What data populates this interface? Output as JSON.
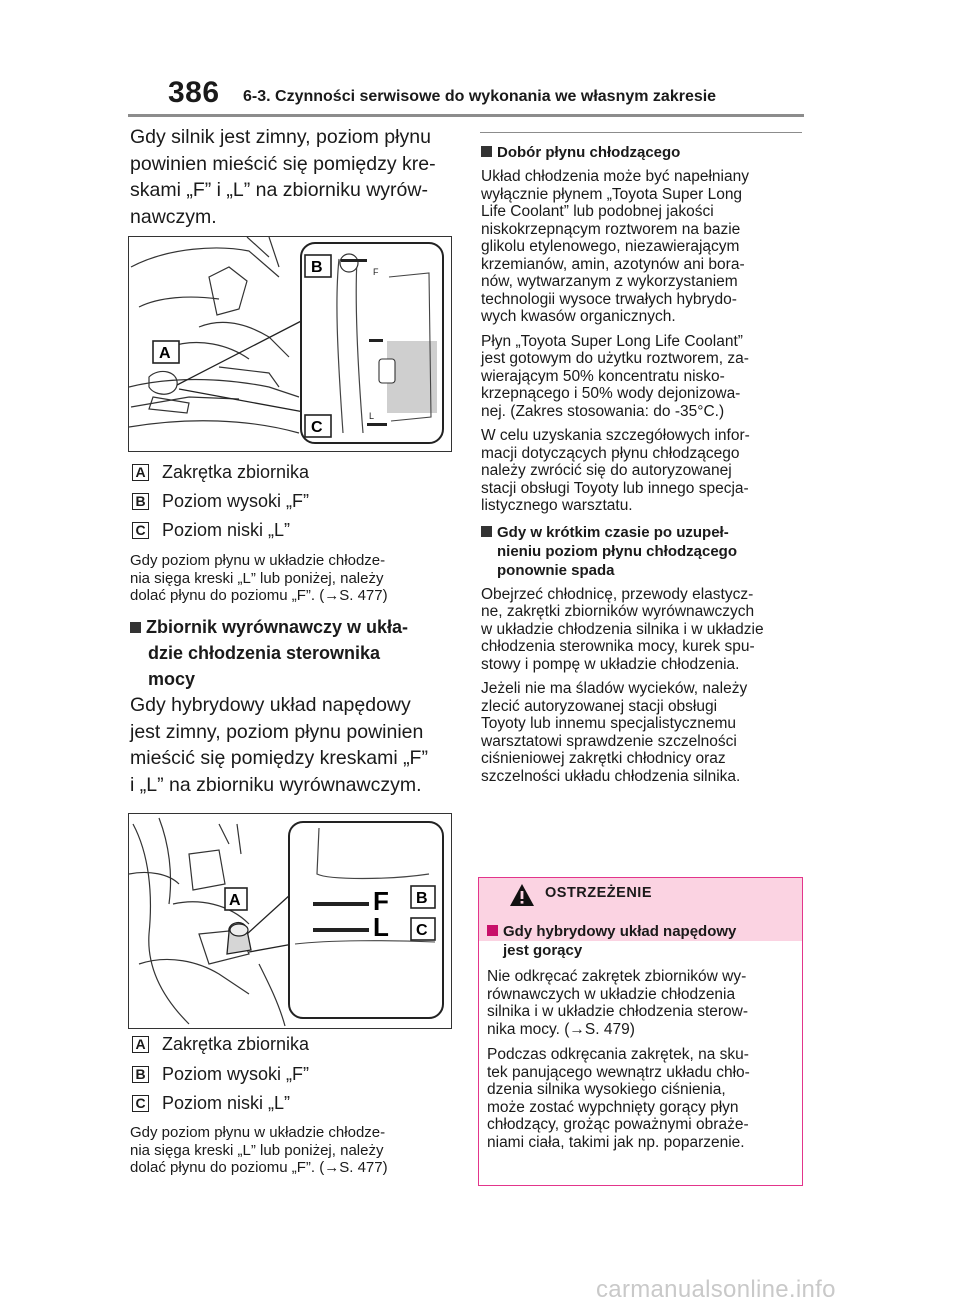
{
  "header": {
    "page_number": "386",
    "title": "6-3. Czynności serwisowe do wykonania we własnym zakresie"
  },
  "left": {
    "intro": [
      "Gdy silnik jest zimny, poziom płynu",
      "powinien mieścić się pomiędzy kre-",
      "skami „F” i „L” na zbiorniku wyrów-",
      "nawczym."
    ],
    "figure1": {
      "label_a": "A",
      "label_b": "B",
      "label_c": "C",
      "mark_f": "F",
      "mark_l": "L"
    },
    "legend1": [
      {
        "key": "A",
        "text": "Zakrętka zbiornika"
      },
      {
        "key": "B",
        "text": "Poziom wysoki „F”"
      },
      {
        "key": "C",
        "text": "Poziom niski „L”"
      }
    ],
    "note1": [
      "Gdy poziom płynu w układzie chłodze-",
      "nia sięga kreski „L” lub poniżej, należy",
      "dolać płynu do poziomu „F”. (→S. 477)"
    ],
    "section2_title": [
      "Zbiornik wyrównawczy w ukła-",
      "dzie chłodzenia sterownika",
      "mocy"
    ],
    "section2_body": [
      "Gdy hybrydowy układ napędowy",
      "jest zimny, poziom płynu powinien",
      "mieścić się pomiędzy kreskami „F”",
      "i „L” na zbiorniku wyrównawczym."
    ],
    "figure2": {
      "label_a": "A",
      "label_b": "B",
      "label_c": "C",
      "mark_f": "F",
      "mark_l": "L"
    },
    "legend2": [
      {
        "key": "A",
        "text": "Zakrętka zbiornika"
      },
      {
        "key": "B",
        "text": "Poziom wysoki „F”"
      },
      {
        "key": "C",
        "text": "Poziom niski „L”"
      }
    ],
    "note2": [
      "Gdy poziom płynu w układzie chłodze-",
      "nia sięga kreski „L” lub poniżej, należy",
      "dolać płynu do poziomu „F”. (→S. 477)"
    ]
  },
  "right": {
    "h1": "Dobór płynu chłodzącego",
    "p1": [
      "Układ chłodzenia może być napełniany",
      "wyłącznie płynem „Toyota Super Long",
      "Life Coolant” lub podobnej jakości",
      "niskokrzepnącym roztworem na bazie",
      "glikolu etylenowego, niezawierającym",
      "krzemianów, amin, azotynów ani bora-",
      "nów, wytwarzanym z wykorzystaniem",
      "technologii wysoce trwałych hybrydo-",
      "wych kwasów organicznych."
    ],
    "p2": [
      "Płyn „Toyota Super Long Life Coolant”",
      "jest gotowym do użytku roztworem, za-",
      "wierającym 50% koncentratu nisko-",
      "krzepnącego i 50% wody dejonizowa-",
      "nej. (Zakres stosowania: do -35°C.)"
    ],
    "p3": [
      "W celu uzyskania szczegółowych infor-",
      "macji dotyczących płynu chłodzącego",
      "należy zwrócić się do autoryzowanej",
      "stacji obsługi Toyoty lub innego specja-",
      "listycznego warsztatu."
    ],
    "h2": [
      "Gdy w krótkim czasie po uzupeł-",
      "nieniu poziom płynu chłodzącego",
      "ponownie spada"
    ],
    "p4": [
      "Obejrzeć chłodnicę, przewody elastycz-",
      "ne, zakrętki zbiorników wyrównawczych",
      "w układzie chłodzenia silnika i w układzie",
      "chłodzenia sterownika mocy, kurek spu-",
      "stowy i pompę w układzie chłodzenia."
    ],
    "p5": [
      "Jeżeli nie ma śladów wycieków, należy",
      "zlecić autoryzowanej stacji obsługi",
      "Toyoty lub innemu specjalistycznemu",
      "warsztatowi sprawdzenie szczelności",
      "ciśnieniowej zakrętki chłodnicy oraz",
      "szczelności układu chłodzenia silnika."
    ],
    "warning": {
      "title": "OSTRZEŻENIE",
      "h": [
        "Gdy hybrydowy układ napędowy",
        "jest gorący"
      ],
      "p1": [
        "Nie odkręcać zakrętek zbiorników wy-",
        "równawczych w układzie chłodzenia",
        "silnika i w układzie chłodzenia sterow-",
        "nika mocy. (→S. 479)"
      ],
      "p2": [
        "Podczas odkręcania zakrętek, na sku-",
        "tek panującego wewnątrz układu chło-",
        "dzenia silnika wysokiego ciśnienia,",
        "może zostać wypchnięty gorący płyn",
        "chłodzący, grożąc poważnymi obraże-",
        "niami ciała, takimi jak np. poparzenie."
      ]
    }
  },
  "watermark": "carmanualsonline.info"
}
